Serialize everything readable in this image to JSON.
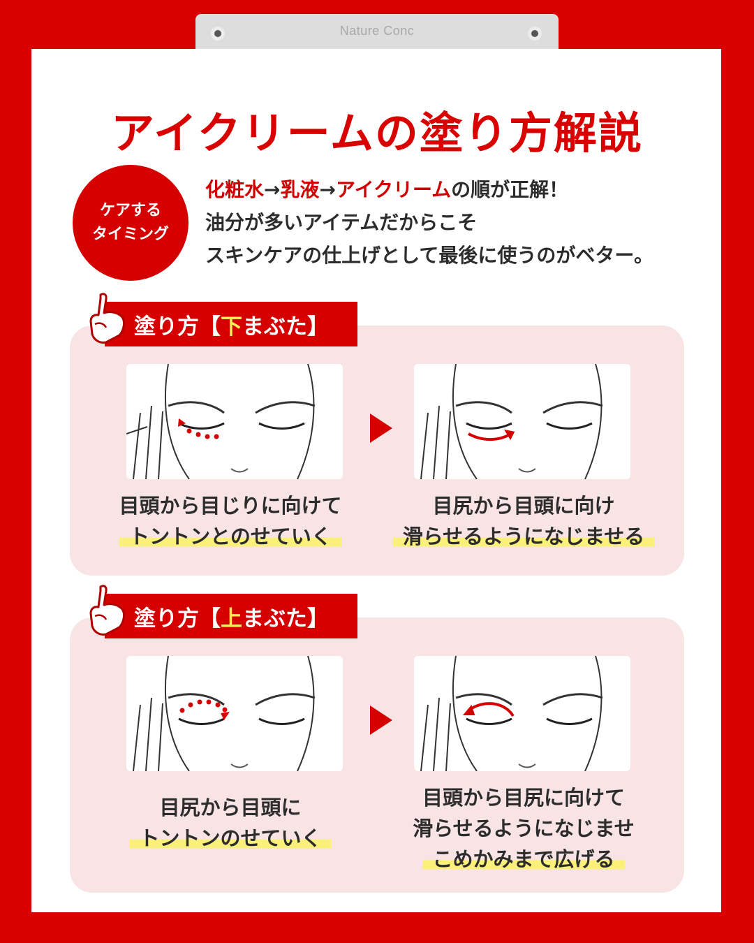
{
  "brand": "Nature Conc",
  "title": "アイクリームの塗り方解説",
  "timing": {
    "line1": "ケアする",
    "line2": "タイミング"
  },
  "intro": {
    "step1": "化粧水",
    "arrow1": "→",
    "step2": "乳液",
    "arrow2": "→",
    "step3": "アイクリーム",
    "line1_tail": "の順が正解！",
    "line2": "油分が多いアイテムだからこそ",
    "line3": "スキンケアの仕上げとして最後に使うのがベター。"
  },
  "sections": [
    {
      "label_prefix": "塗り方【",
      "label_highlight": "下",
      "label_suffix": "まぶた】",
      "steps": [
        {
          "caption_lines": [
            "目頭から目じりに向けて"
          ],
          "highlight": "トントンとのせていく"
        },
        {
          "caption_lines": [
            "目尻から目頭に向け"
          ],
          "highlight": "滑らせるようになじませる"
        }
      ]
    },
    {
      "label_prefix": "塗り方【",
      "label_highlight": "上",
      "label_suffix": "まぶた】",
      "steps": [
        {
          "caption_lines": [
            "目尻から目頭に"
          ],
          "highlight": "トントンのせていく"
        },
        {
          "caption_lines": [
            "目頭から目尻に向けて",
            "滑らせるようになじませ"
          ],
          "highlight": "こめかみまで広げる"
        }
      ]
    }
  ],
  "colors": {
    "background": "#d90000",
    "accent": "#d50000",
    "panel": "#f8e4e4",
    "highlight": "#fbf07a",
    "label_highlight": "#ffee55"
  },
  "icons": {
    "pointer": "pointing-hand-icon",
    "step": "triangle-right-icon"
  }
}
